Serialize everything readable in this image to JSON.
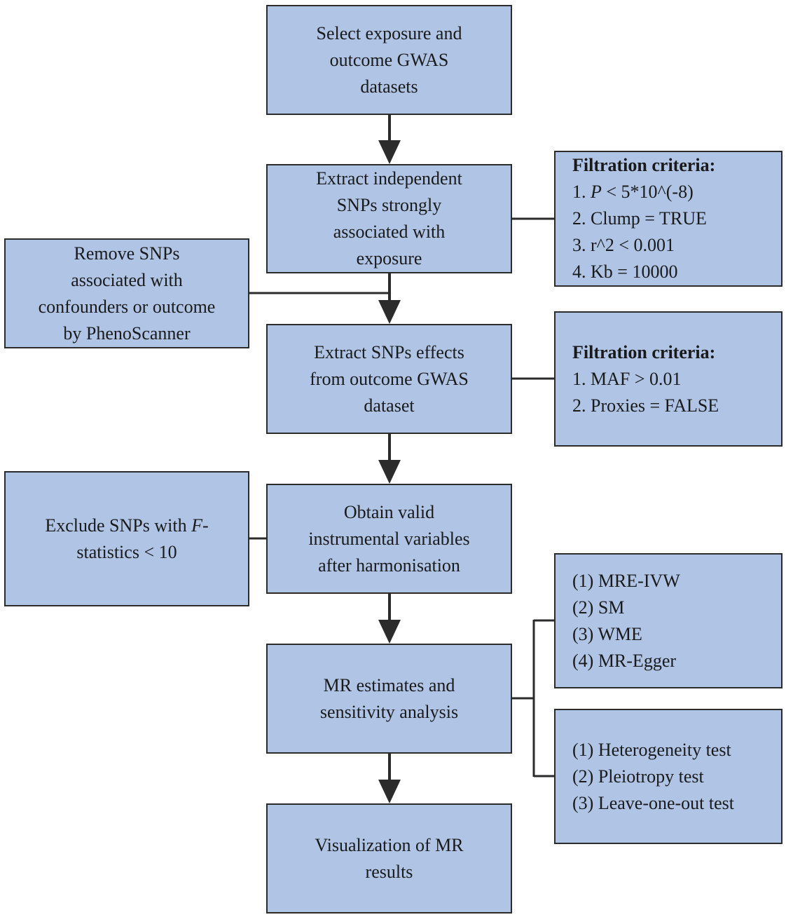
{
  "main_steps": [
    {
      "id": "select",
      "lines": [
        "Select exposure and",
        "outcome GWAS",
        "datasets"
      ]
    },
    {
      "id": "extract-independent",
      "lines": [
        "Extract independent",
        "SNPs strongly",
        "associated with",
        "exposure"
      ]
    },
    {
      "id": "extract-effects",
      "lines": [
        "Extract SNPs effects",
        "from  outcome GWAS",
        "dataset"
      ]
    },
    {
      "id": "obtain-valid",
      "lines": [
        "Obtain valid",
        "instrumental variables",
        "after harmonisation"
      ]
    },
    {
      "id": "mr-estimates",
      "lines": [
        "MR estimates and",
        "sensitivity analysis"
      ]
    },
    {
      "id": "visualization",
      "lines": [
        "Visualization of MR",
        "results"
      ]
    }
  ],
  "side_boxes": {
    "remove_snps": {
      "lines": [
        "Remove SNPs",
        "associated with",
        "confounders or outcome",
        "by PhenoScanner"
      ]
    },
    "exclude_snps": {
      "prefix": "Exclude SNPs with ",
      "italic": "F",
      "suffix": "-",
      "line2": "statistics < 10"
    },
    "filtration_1": {
      "title": "Filtration criteria:",
      "item1_prefix": "1. ",
      "item1_italic": "P",
      "item1_suffix": " < 5*10^(-8)",
      "items": [
        "2. Clump = TRUE",
        "3. r^2 < 0.001",
        "4. Kb = 10000"
      ]
    },
    "filtration_2": {
      "title": "Filtration criteria:",
      "items": [
        "1. MAF > 0.01",
        "2. Proxies = FALSE"
      ]
    },
    "methods": {
      "items": [
        "(1) MRE-IVW",
        "(2) SM",
        "(3) WME",
        "(4) MR-Egger"
      ]
    },
    "tests": {
      "items": [
        "(1) Heterogeneity test",
        "(2) Pleiotropy test",
        "(3) Leave-one-out test"
      ]
    }
  },
  "colors": {
    "box_fill": "#b0c4e6",
    "border": "#2b2b2b",
    "connector": "#2b2b2b"
  }
}
